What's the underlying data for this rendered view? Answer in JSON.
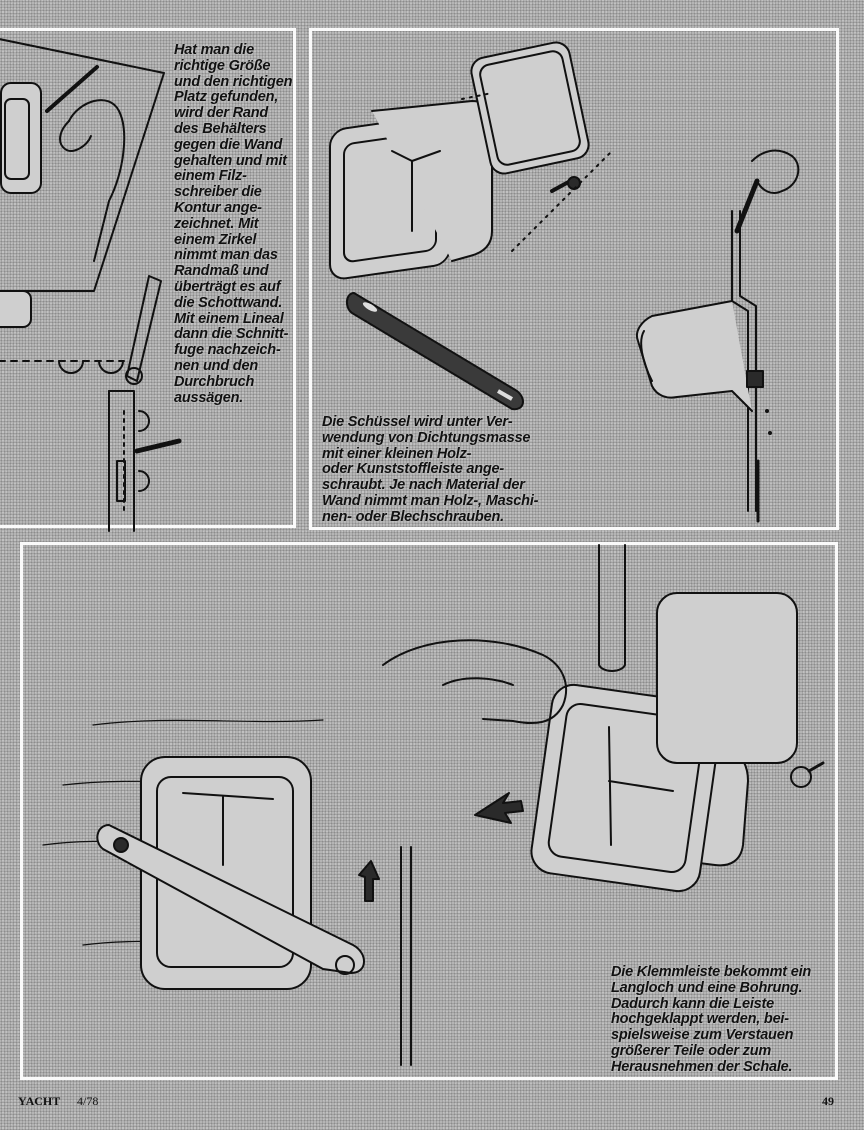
{
  "panel1": {
    "caption_lines": [
      "Hat man die",
      "richtige Größe",
      "und den richtigen",
      "Platz gefunden,",
      "wird der Rand",
      "des Behälters",
      "gegen die Wand",
      "gehalten und mit",
      "einem Filz-",
      "schreiber die",
      "Kontur ange-",
      "zeichnet. Mit",
      "einem Zirkel",
      "nimmt man das",
      "Randmaß und",
      "überträgt es auf",
      "die Schottwand.",
      "Mit einem Lineal",
      "dann die Schnitt-",
      "fuge nachzeich-",
      "nen und den",
      "Durchbruch",
      "aussägen."
    ]
  },
  "panel2": {
    "caption_lines": [
      "Die Schüssel wird unter Ver-",
      "wendung von Dichtungsmasse",
      "mit einer kleinen Holz-",
      "oder Kunststoffleiste ange-",
      "schraubt. Je nach Material der",
      "Wand nimmt man Holz-, Maschi-",
      "nen- oder Blechschrauben."
    ]
  },
  "panel3": {
    "caption_lines": [
      "Die Klemmleiste bekommt ein",
      "Langloch und eine Bohrung.",
      "Dadurch kann die Leiste",
      "hochgeklappt werden, bei-",
      "spielsweise zum Verstauen",
      "größerer Teile oder zum",
      "Herausnehmen der Schale."
    ]
  },
  "footer": {
    "magazine": "YACHT",
    "issue": "4/78",
    "page_number": "49"
  }
}
